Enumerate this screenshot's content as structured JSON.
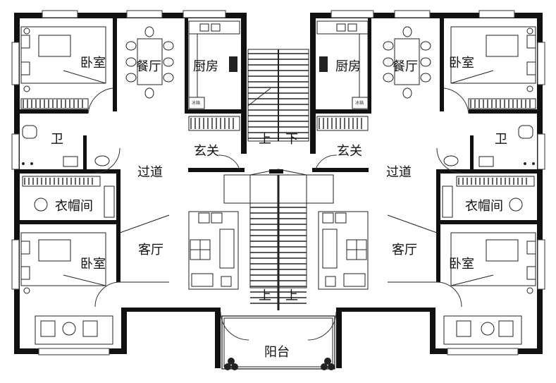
{
  "rooms": {
    "bedroom_top_left": "卧室",
    "dining_left": "餐厅",
    "kitchen_left": "厨房",
    "kitchen_right": "厨房",
    "dining_right": "餐厅",
    "bedroom_top_right": "卧室",
    "bath_left": "卫",
    "bath_right": "卫",
    "foyer_left": "玄关",
    "foyer_right": "玄关",
    "corridor_left": "过道",
    "corridor_right": "过道",
    "cloak_left": "衣帽间",
    "cloak_right": "衣帽间",
    "living_left": "客厅",
    "living_right": "客厅",
    "bedroom_bottom_left": "卧室",
    "bedroom_bottom_right": "卧室",
    "balcony": "阳台"
  },
  "stairs": {
    "up_top": "上",
    "down_top": "下",
    "up_bottom_left": "上",
    "up_bottom_right": "上"
  },
  "fixtures": {
    "fridge_left": "冰箱",
    "fridge_right": "冰箱"
  }
}
